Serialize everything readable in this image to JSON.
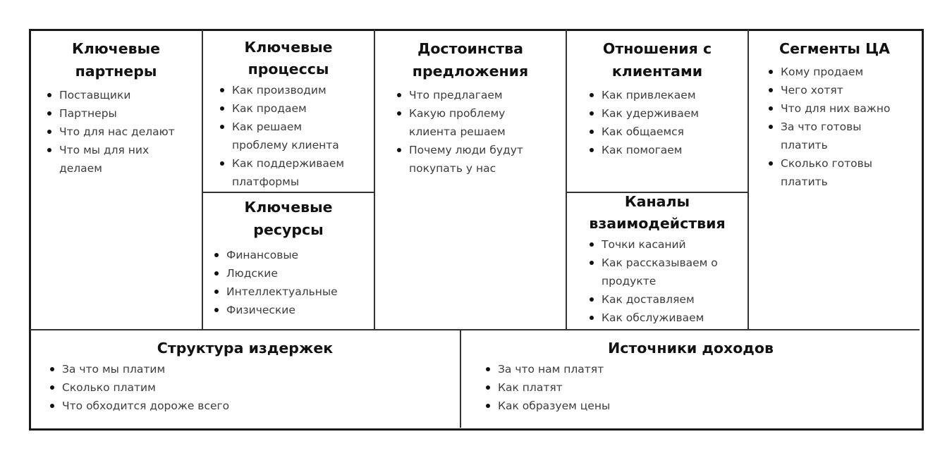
{
  "canvas": {
    "cells": [
      {
        "id": "partners",
        "title": "Ключевые\nпартнеры",
        "items": [
          "Поставщики",
          "Партнеры",
          "Что для нас делают",
          "Что мы для них\nделаем"
        ]
      },
      {
        "id": "processes",
        "title": "Ключевые\nпроцессы",
        "items": [
          "Как производим",
          "Как продаем",
          "Как решаем\nпроблему клиента",
          "Как поддерживаем\nплатформы"
        ]
      },
      {
        "id": "resources",
        "title": "Ключевые\nресурсы",
        "items": [
          "Финансовые",
          "Людские",
          "Интеллектуальные",
          "Физические"
        ]
      },
      {
        "id": "value",
        "title": "Достоинства\nпредложения",
        "items": [
          "Что предлагаем",
          "Какую проблему\nклиента решаем",
          "Почему люди будут\nпокупать у нас"
        ]
      },
      {
        "id": "relations",
        "title": "Отношения с\nклиентами",
        "items": [
          "Как привлекаем",
          "Как удерживаем",
          "Как общаемся",
          "Как помогаем"
        ]
      },
      {
        "id": "channels",
        "title": "Каналы\nвзаимодействия",
        "items": [
          "Точки касаний",
          "Как рассказываем о\nпродукте",
          "Как доставляем",
          "Как обслуживаем"
        ]
      },
      {
        "id": "segments",
        "title": "Сегменты ЦА",
        "items": [
          "Кому продаем",
          "Чего хотят",
          "Что для них важно",
          "За что готовы\nплатить",
          "Сколько готовы\nплатить"
        ]
      },
      {
        "id": "costs",
        "title": "Структура издержек",
        "items": [
          "За что мы платим",
          "Сколько платим",
          "Что обходится дороже всего"
        ]
      },
      {
        "id": "revenue",
        "title": "Источники доходов",
        "items": [
          "За что нам платят",
          "Как платят",
          "Как образуем цены"
        ]
      }
    ]
  }
}
